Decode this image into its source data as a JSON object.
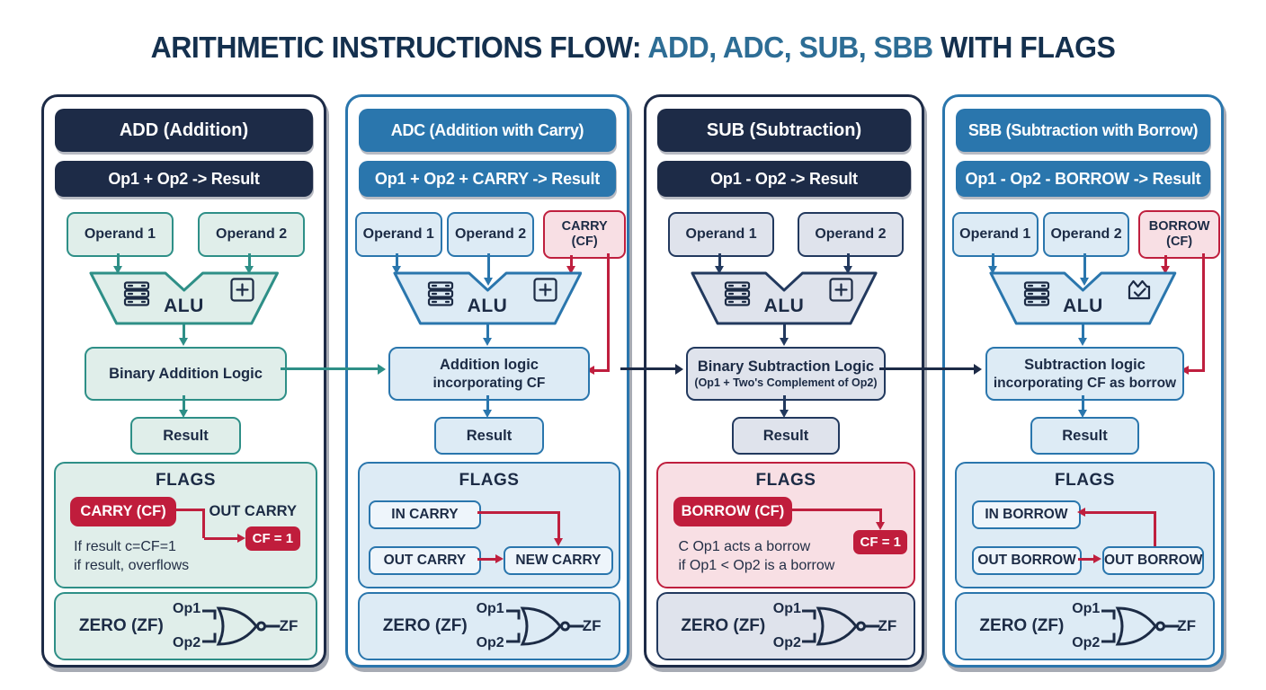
{
  "title": {
    "prefix": "ARITHMETIC INSTRUCTIONS FLOW: ",
    "highlight": "ADD, ADC, SUB, SBB",
    "suffix": " WITH FLAGS"
  },
  "palette": {
    "navy": "#1d2b47",
    "blue": "#2a76ad",
    "teal": "#2e8f87",
    "red": "#bf1f3e",
    "mint_fill": "#e0eeea",
    "blue_fill": "#ddebf5",
    "gray_fill": "#dfe3ec",
    "pink_fill": "#f8dfe4",
    "title_navy": "#14304e",
    "title_highlight_blue": "#2d6d95"
  },
  "columns": [
    {
      "header": "ADD (Addition)",
      "formula": "Op1 + Op2 -> Result",
      "operand1": "Operand 1",
      "operand2": "Operand 2",
      "alu_label": "ALU",
      "logic_line1": "Binary Addition Logic",
      "result": "Result",
      "flags": {
        "title": "FLAGS",
        "pill": "CARRY (CF)",
        "out_label": "OUT CARRY",
        "value": "CF = 1",
        "note1": "If result c=CF=1",
        "note2": "if result, overflows"
      },
      "zero": {
        "label": "ZERO (ZF)",
        "in1": "Op1",
        "in2": "Op2",
        "out": "ZF"
      }
    },
    {
      "header": "ADC (Addition with Carry)",
      "formula": "Op1 + Op2 + CARRY -> Result",
      "operand1": "Operand 1",
      "operand2": "Operand 2",
      "carry_line1": "CARRY",
      "carry_line2": "(CF)",
      "alu_label": "ALU",
      "logic_line1": "Addition logic",
      "logic_line2": "incorporating CF",
      "result": "Result",
      "flags": {
        "title": "FLAGS",
        "in_box": "IN CARRY",
        "out_box": "OUT CARRY",
        "new_box": "NEW CARRY"
      },
      "zero": {
        "label": "ZERO (ZF)",
        "in1": "Op1",
        "in2": "Op2",
        "out": "ZF"
      }
    },
    {
      "header": "SUB (Subtraction)",
      "formula": "Op1 - Op2 -> Result",
      "operand1": "Operand 1",
      "operand2": "Operand 2",
      "alu_label": "ALU",
      "logic_line1": "Binary Subtraction Logic",
      "logic_line2": "(Op1 + Two's Complement of Op2)",
      "result": "Result",
      "flags": {
        "title": "FLAGS",
        "pill": "BORROW (CF)",
        "value": "CF = 1",
        "note1": "C Op1 acts a borrow",
        "note2": "if Op1 < Op2 is a borrow"
      },
      "zero": {
        "label": "ZERO (ZF)",
        "in1": "Op1",
        "in2": "Op2",
        "out": "ZF"
      }
    },
    {
      "header": "SBB (Subtraction with Borrow)",
      "formula": "Op1 - Op2 - BORROW -> Result",
      "operand1": "Operand 1",
      "operand2": "Operand 2",
      "carry_line1": "BORROW",
      "carry_line2": "(CF)",
      "alu_label": "ALU",
      "logic_line1": "Subtraction logic",
      "logic_line2": "incorporating CF as borrow",
      "result": "Result",
      "flags": {
        "title": "FLAGS",
        "in_box": "IN BORROW",
        "out_box": "OUT BORROW",
        "new_box": "OUT BORROW"
      },
      "zero": {
        "label": "ZERO (ZF)",
        "in1": "Op1",
        "in2": "Op2",
        "out": "ZF"
      }
    }
  ]
}
